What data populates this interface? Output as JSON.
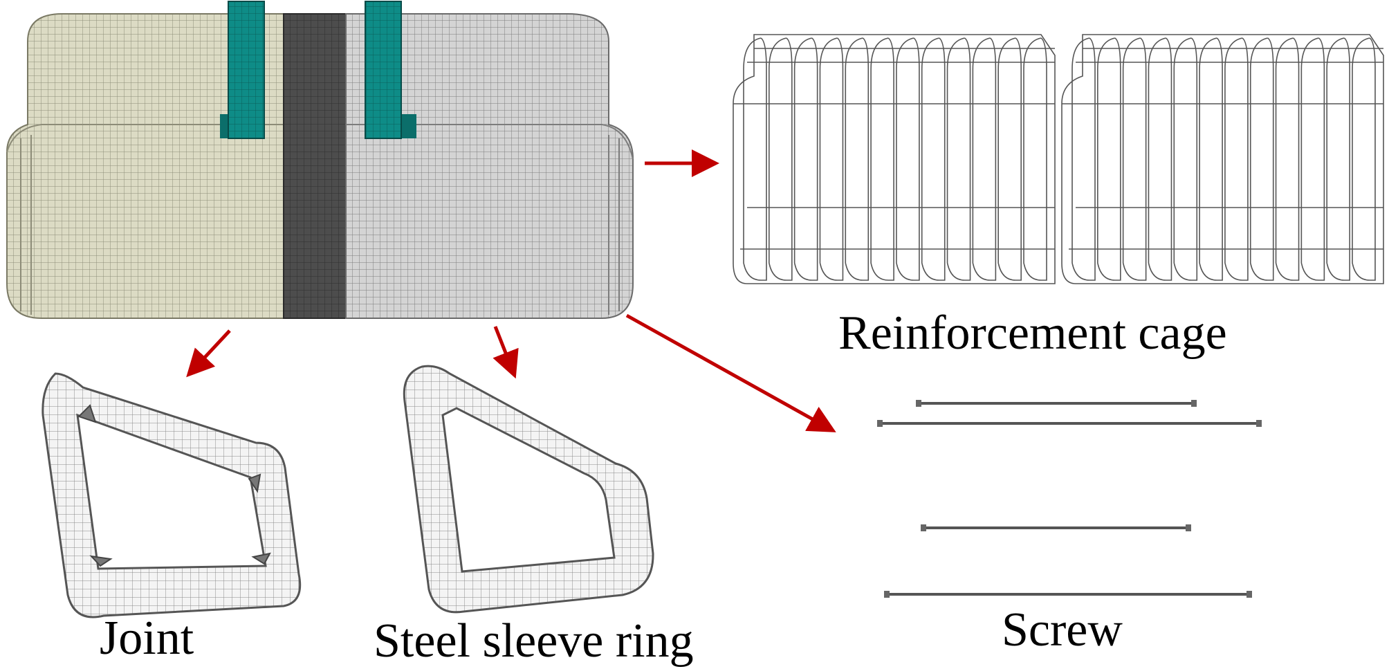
{
  "labels": {
    "reinforcement_cage": "Reinforcement cage",
    "joint": "Joint",
    "steel_sleeve_ring": "Steel sleeve ring",
    "screw": "Screw"
  },
  "colors": {
    "concrete_left": "#dcdbc4",
    "concrete_right": "#d2d2d2",
    "joint_band": "#4d4d4d",
    "clamp_teal": "#0e8c87",
    "mesh_line": "#6b6b6b",
    "arrow_red": "#c00000",
    "cage_line": "#555555",
    "screw_steel": "#555555"
  },
  "components": [
    "precast-segment-model",
    "reinforcement-cage",
    "joint",
    "steel-sleeve-ring",
    "screw"
  ]
}
